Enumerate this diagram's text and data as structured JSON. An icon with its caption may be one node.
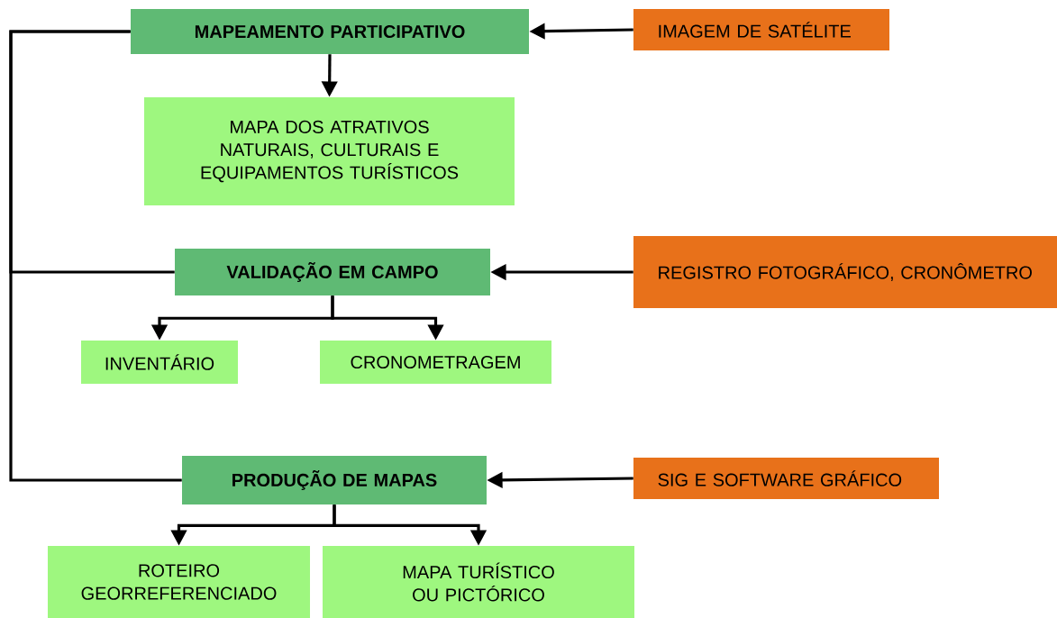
{
  "diagram": {
    "nodes": [
      {
        "text": [
          "MAPEAMENTO PARTICIPATIVO"
        ]
      },
      {
        "text": [
          "IMAGEM DE SATÉLITE"
        ]
      },
      {
        "text": [
          "MAPA DOS ATRATIVOS NATURAIS, CULTURAIS E EQUIPAMENTOS TURÍSTICOS"
        ]
      },
      {
        "text": [
          "VALIDAÇÃO EM CAMPO"
        ]
      },
      {
        "text": [
          "REGISTRO FOTOGRÁFICO, CRONÔMETRO"
        ]
      },
      {
        "text": [
          "INVENTÁRIO"
        ]
      },
      {
        "text": [
          "CRONOMETRAGEM"
        ]
      },
      {
        "text": [
          "PRODUÇÃO DE MAPAS"
        ]
      },
      {
        "text": [
          "SIG E SOFTWARE GRÁFICO"
        ]
      },
      {
        "text": [
          "ROTEIRO GEORREFERENCIADO"
        ]
      },
      {
        "text": [
          "MAPA TURÍSTICO OU PICTÓRICO"
        ]
      }
    ],
    "edges": [
      {
        "from": 1,
        "to": 0,
        "arrow": "to"
      },
      {
        "from": 0,
        "to": 2,
        "arrow": "to"
      },
      {
        "from": 4,
        "to": 3,
        "arrow": "to"
      },
      {
        "from": 3,
        "to": 5,
        "arrow": "to"
      },
      {
        "from": 3,
        "to": 6,
        "arrow": "to"
      },
      {
        "from": 8,
        "to": 7,
        "arrow": "to"
      },
      {
        "from": 7,
        "to": 9,
        "arrow": "to"
      },
      {
        "from": 7,
        "to": 10,
        "arrow": "to"
      },
      {
        "from": 0,
        "to": 3,
        "arrow": "none"
      },
      {
        "from": 0,
        "to": 7,
        "arrow": "none"
      }
    ]
  }
}
